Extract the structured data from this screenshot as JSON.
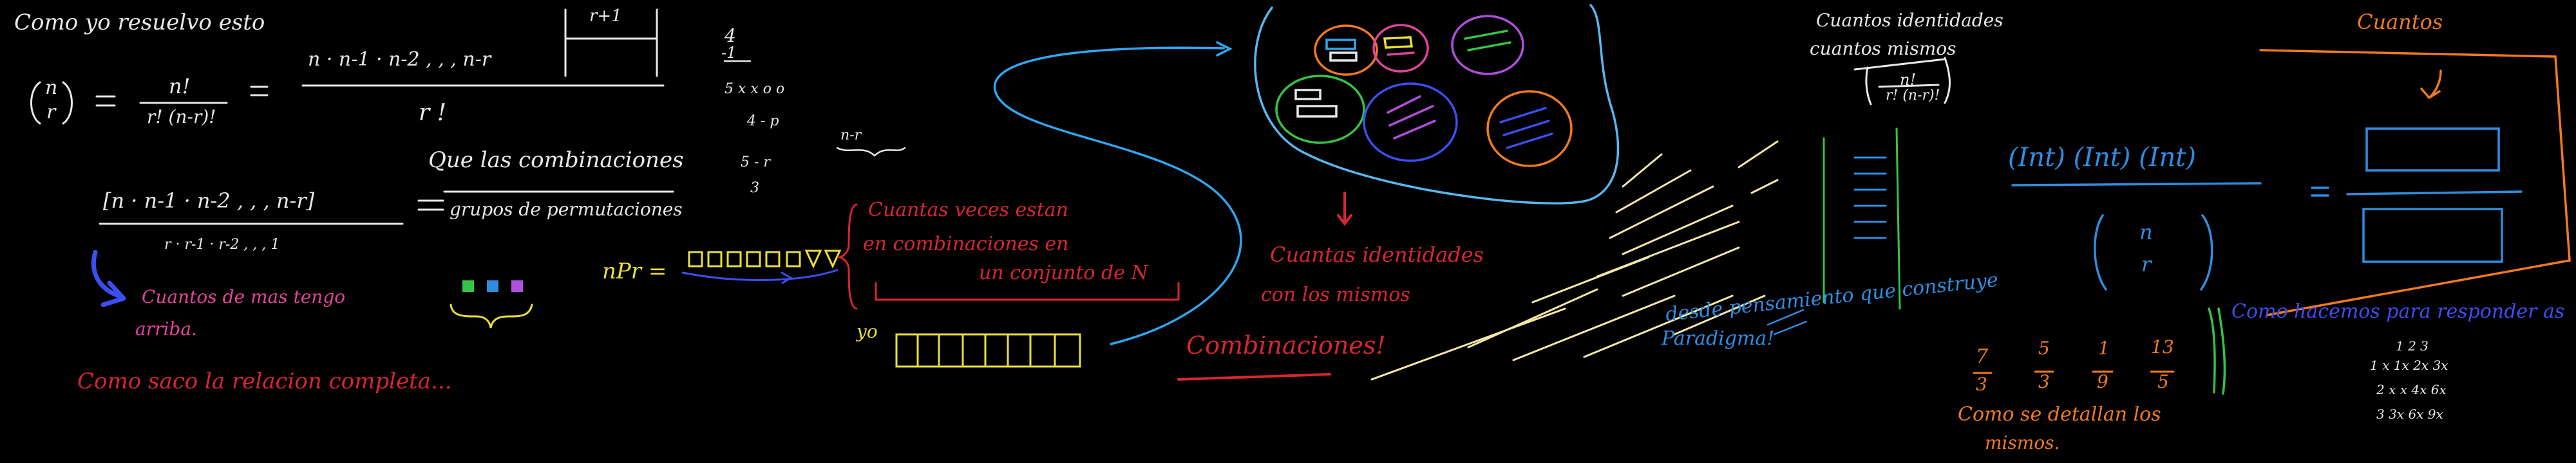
{
  "colors": {
    "background": "#000000",
    "white": "#e8e8e8",
    "red": "#d8262f",
    "yellow": "#e9e03a",
    "blue": "#2f8de0",
    "cyan": "#58b7f0",
    "green": "#35c445",
    "orange": "#f07a20",
    "purple": "#6a52e0",
    "pink": "#e0449a"
  },
  "notes": {
    "title": "Como yo resuelvo esto",
    "binom_n": "n",
    "binom_r": "r",
    "formula_num": "n!",
    "formula_den": "r! (n-r)!",
    "expanded_num": "n · n-1 · n-2 , , , n-r",
    "r_plus_1": "r+1",
    "expanded_den": "r !",
    "bracket_num": "[n · n-1 · n-2 , , , n-r]",
    "bracket_den": "r · r-1 · r-2 , , , 1",
    "que_combinaciones": "Que las combinaciones",
    "grupos_perm": "grupos de permutaciones",
    "side_four": "4",
    "side_minus_one": "-1",
    "side_row": "5 x x o o",
    "side_four_p": "4 - p",
    "side_five_r": "5 - r",
    "side_three": "3",
    "side_n_r": "n-r",
    "cuantos_de_mas": "Cuantos de mas tengo",
    "arriba": "arriba.",
    "como_saco": "Como saco la relacion completa...",
    "npr": "nPr =",
    "yo": "yo",
    "cuantas_veces_1": "Cuantas veces estan",
    "cuantas_veces_2": "en combinaciones en",
    "cuantas_veces_3": "un conjunto de N",
    "cuantos_identidades": "Cuantas identidades",
    "con_los_mismos": "con los mismos",
    "combinaciones": "Combinaciones!",
    "desde_pensamiento": "desde pensamiento que construye",
    "paradigma": "Paradigma!",
    "cuantos_identidades_2": "Cuantos identidades",
    "cuantos_mismos": "cuantos mismos",
    "mini_num": "n!",
    "mini_den": "r! (n-r)!",
    "cuantos_orange": "Cuantos",
    "int_expr": "(Int) (Int) (Int)",
    "big_n": "n",
    "big_r": "r",
    "equals": "=",
    "frac1_num": "7",
    "frac1_den": "3",
    "frac2_num": "5",
    "frac2_den": "3",
    "frac3_num": "1",
    "frac3_den": "9",
    "frac4_num": "13",
    "frac4_den": "5",
    "como_se_detallan": "Como se detallan los",
    "mismos": "mismos.",
    "como_hacemos": "Como hacemos para responder as",
    "table_header": "1   2   3",
    "table_row1": "1 x 1x 2x 3x",
    "table_row2": "2 x x 4x 6x",
    "table_row3": "3 3x 6x 9x"
  }
}
